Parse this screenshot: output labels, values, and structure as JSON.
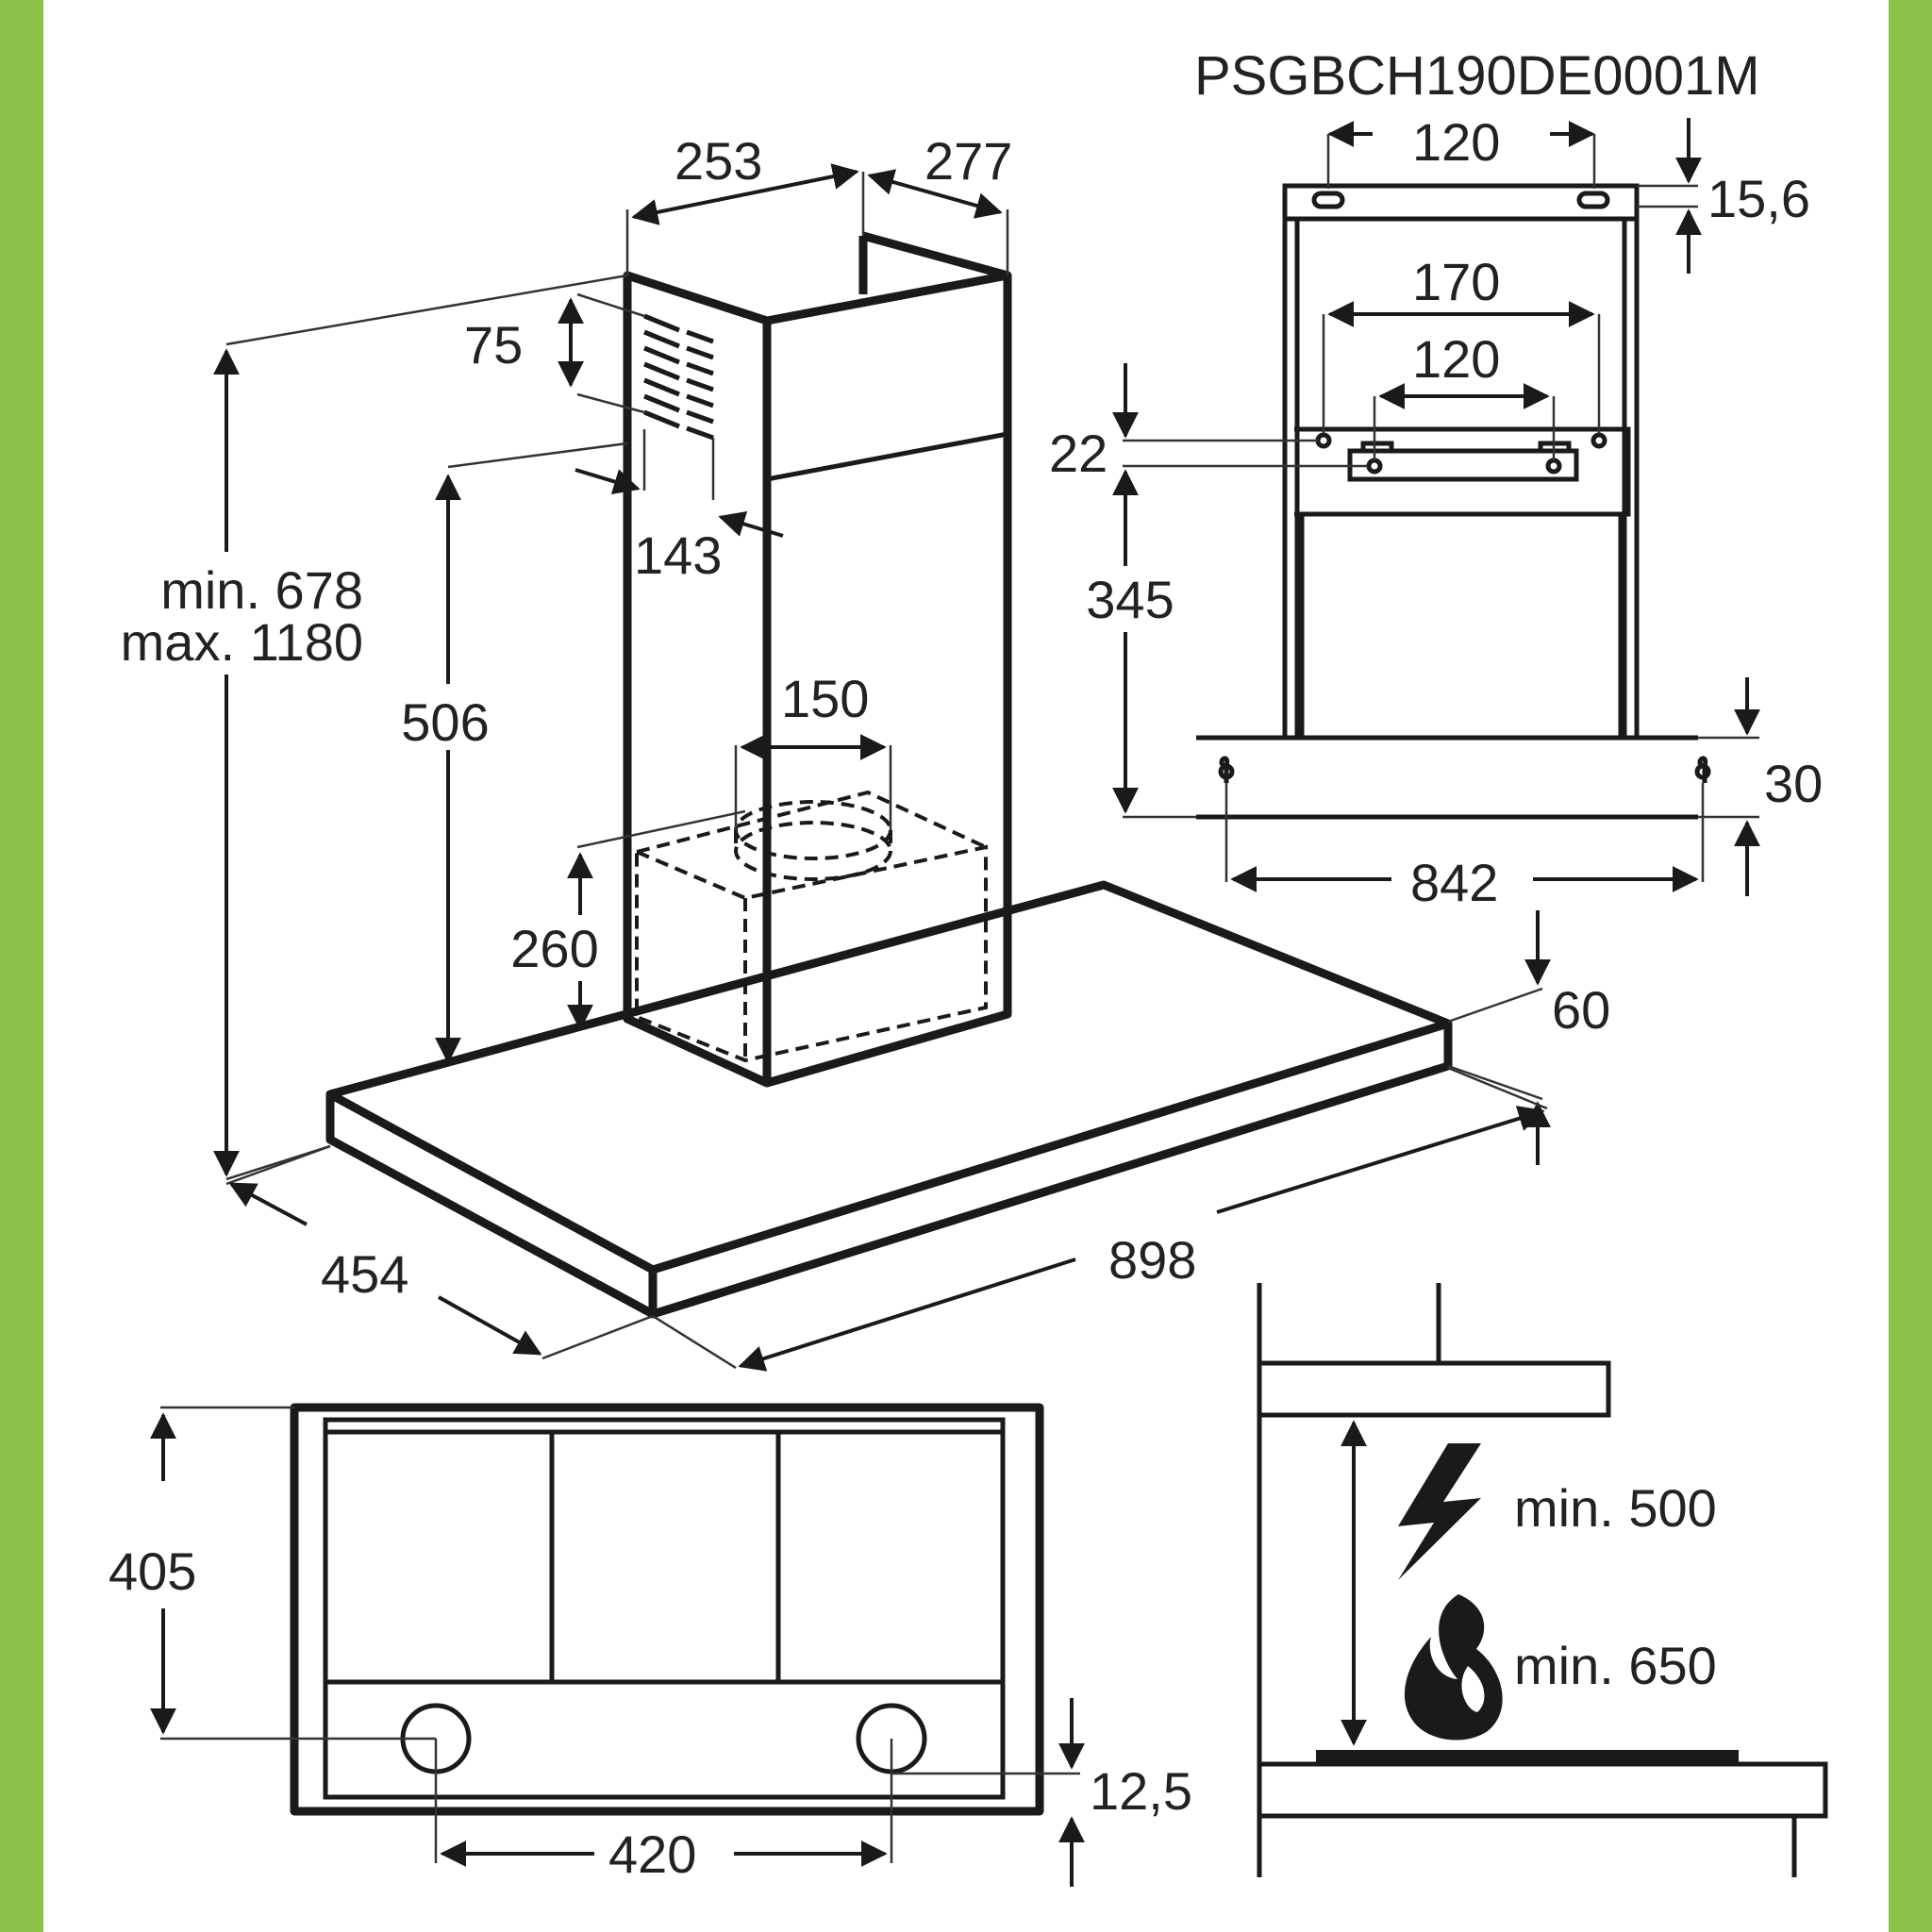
{
  "model_code": "PSGBCH190DE0001M",
  "main_view": {
    "chimney_width": "253",
    "chimney_depth": "277",
    "vent_height": "75",
    "vent_offset": "143",
    "height_label_min": "min. 678",
    "height_label_max": "max. 1180",
    "chimney_lower_height": "506",
    "outlet_diameter": "150",
    "motor_height": "260",
    "canopy_thickness": "60",
    "canopy_depth": "454",
    "canopy_width": "898"
  },
  "bracket_view": {
    "top_spacing": "120",
    "top_offset": "15,6",
    "outer_spacing": "170",
    "inner_spacing": "120",
    "bracket_height": "22",
    "bracket_drop": "345",
    "bottom_offset": "30",
    "screw_spacing": "842"
  },
  "bottom_view": {
    "depth": "405",
    "light_spacing": "420",
    "edge_offset": "12,5"
  },
  "clearance_view": {
    "electric_min": "min. 500",
    "gas_min": "min. 650",
    "icons": [
      "lightning-icon",
      "flame-icon"
    ]
  }
}
